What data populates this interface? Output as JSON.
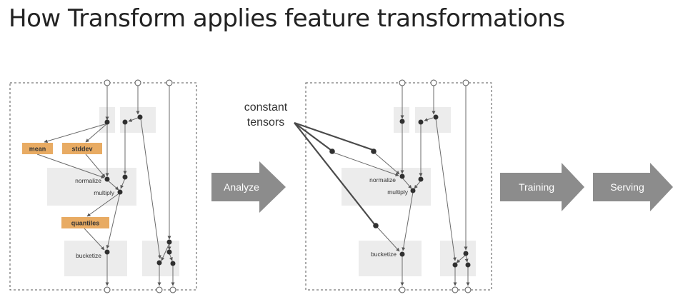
{
  "title": "How Transform applies feature transformations",
  "left_graph": {
    "op_mean": "mean",
    "op_stddev": "stddev",
    "op_quantiles": "quantiles",
    "label_normalize": "normalize",
    "label_multiply": "multiply",
    "label_bucketize": "bucketize"
  },
  "right_graph": {
    "label_normalize": "normalize",
    "label_multiply": "multiply",
    "label_bucketize": "bucketize"
  },
  "annotation": {
    "line1": "constant",
    "line2": "tensors"
  },
  "steps": {
    "analyze": "Analyze",
    "training": "Training",
    "serving": "Serving"
  },
  "colors": {
    "op_fill": "#e8ab63",
    "arrow_fill": "#8c8c8c",
    "group_fill": "#ececec",
    "node": "#303030",
    "edge": "#6b6b6b"
  }
}
